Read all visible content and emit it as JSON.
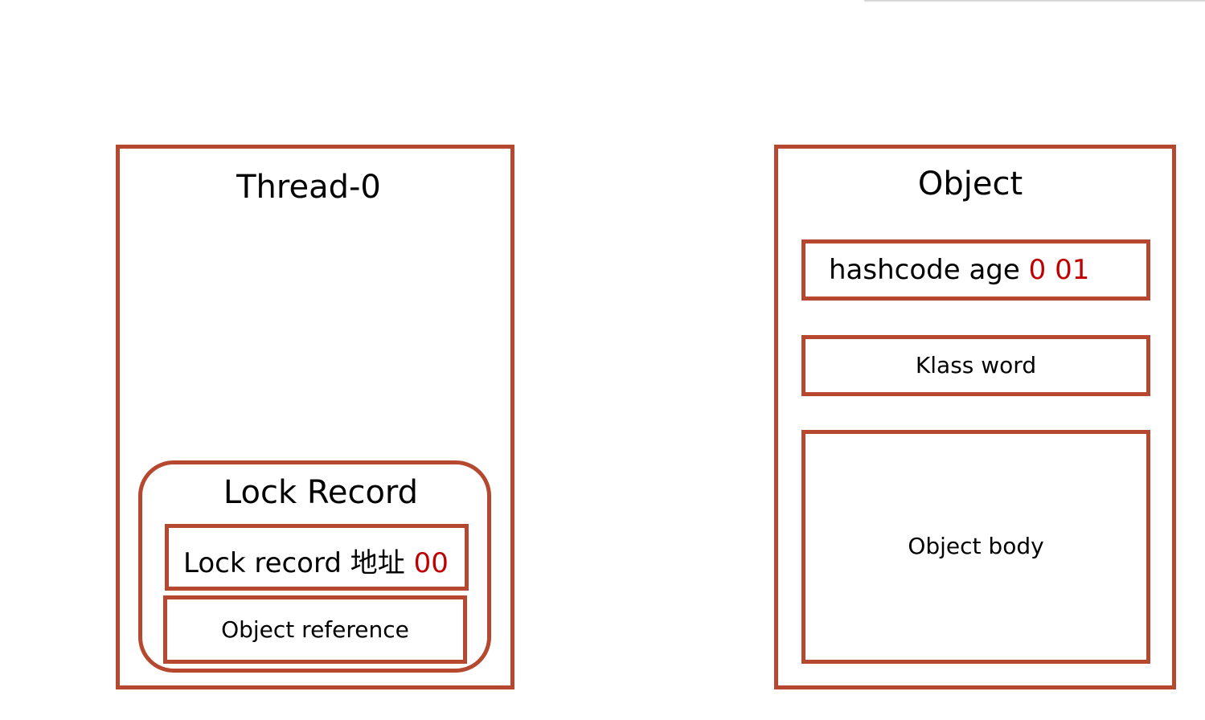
{
  "colors": {
    "box_border": "#b5482f",
    "highlight_text": "#c00000",
    "text": "#000000",
    "background": "#ffffff"
  },
  "thread": {
    "title": "Thread-0",
    "lock_record": {
      "title": "Lock Record",
      "address_label": "Lock record 地址",
      "address_bits": "00",
      "object_reference": "Object reference"
    }
  },
  "object": {
    "title": "Object",
    "mark_word_label": "hashcode age",
    "mark_word_biased": "0",
    "mark_word_lock_bits": "01",
    "klass_word": "Klass word",
    "body": "Object body"
  }
}
